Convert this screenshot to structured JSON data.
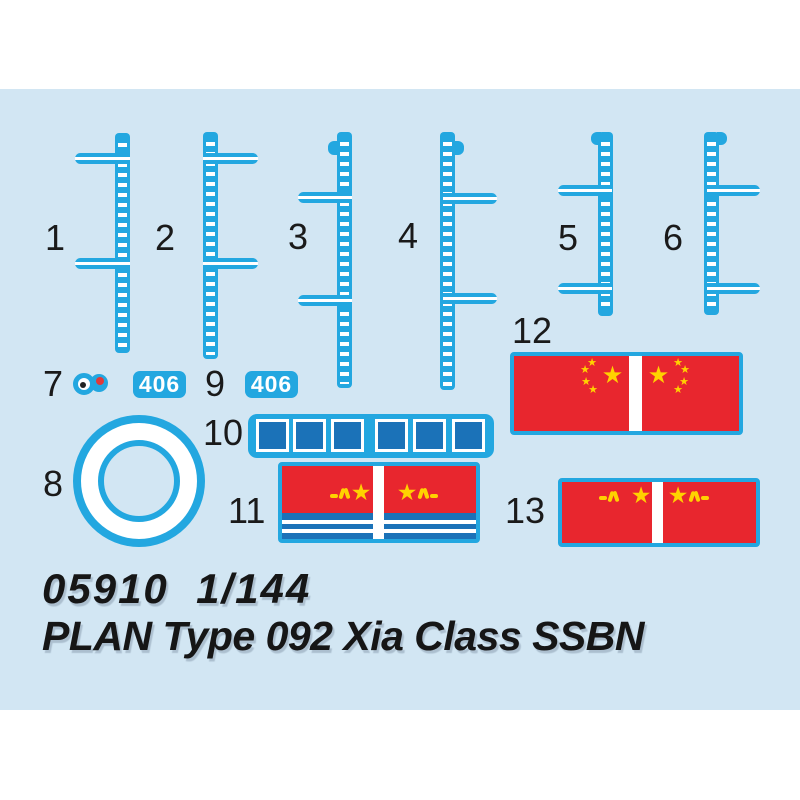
{
  "colors": {
    "panel_bg": "#D2E6F3",
    "decal_cyan": "#23A7E0",
    "dark_blue": "#1B72B8",
    "flag_red": "#E8262E",
    "star_yellow": "#FFD200",
    "text_black": "#1A1A1A"
  },
  "glyphs": {
    "star": "★"
  },
  "part_labels": {
    "1": "1",
    "2": "2",
    "3": "3",
    "4": "4",
    "5": "5",
    "6": "6",
    "7": "7",
    "8": "8",
    "9": "9",
    "10": "10",
    "11": "11",
    "12": "12",
    "13": "13"
  },
  "badges": {
    "badge_7": "406",
    "badge_9": "406"
  },
  "title": {
    "line1": "05910  1/144",
    "line2": "PLAN Type 092 Xia Class SSBN"
  }
}
